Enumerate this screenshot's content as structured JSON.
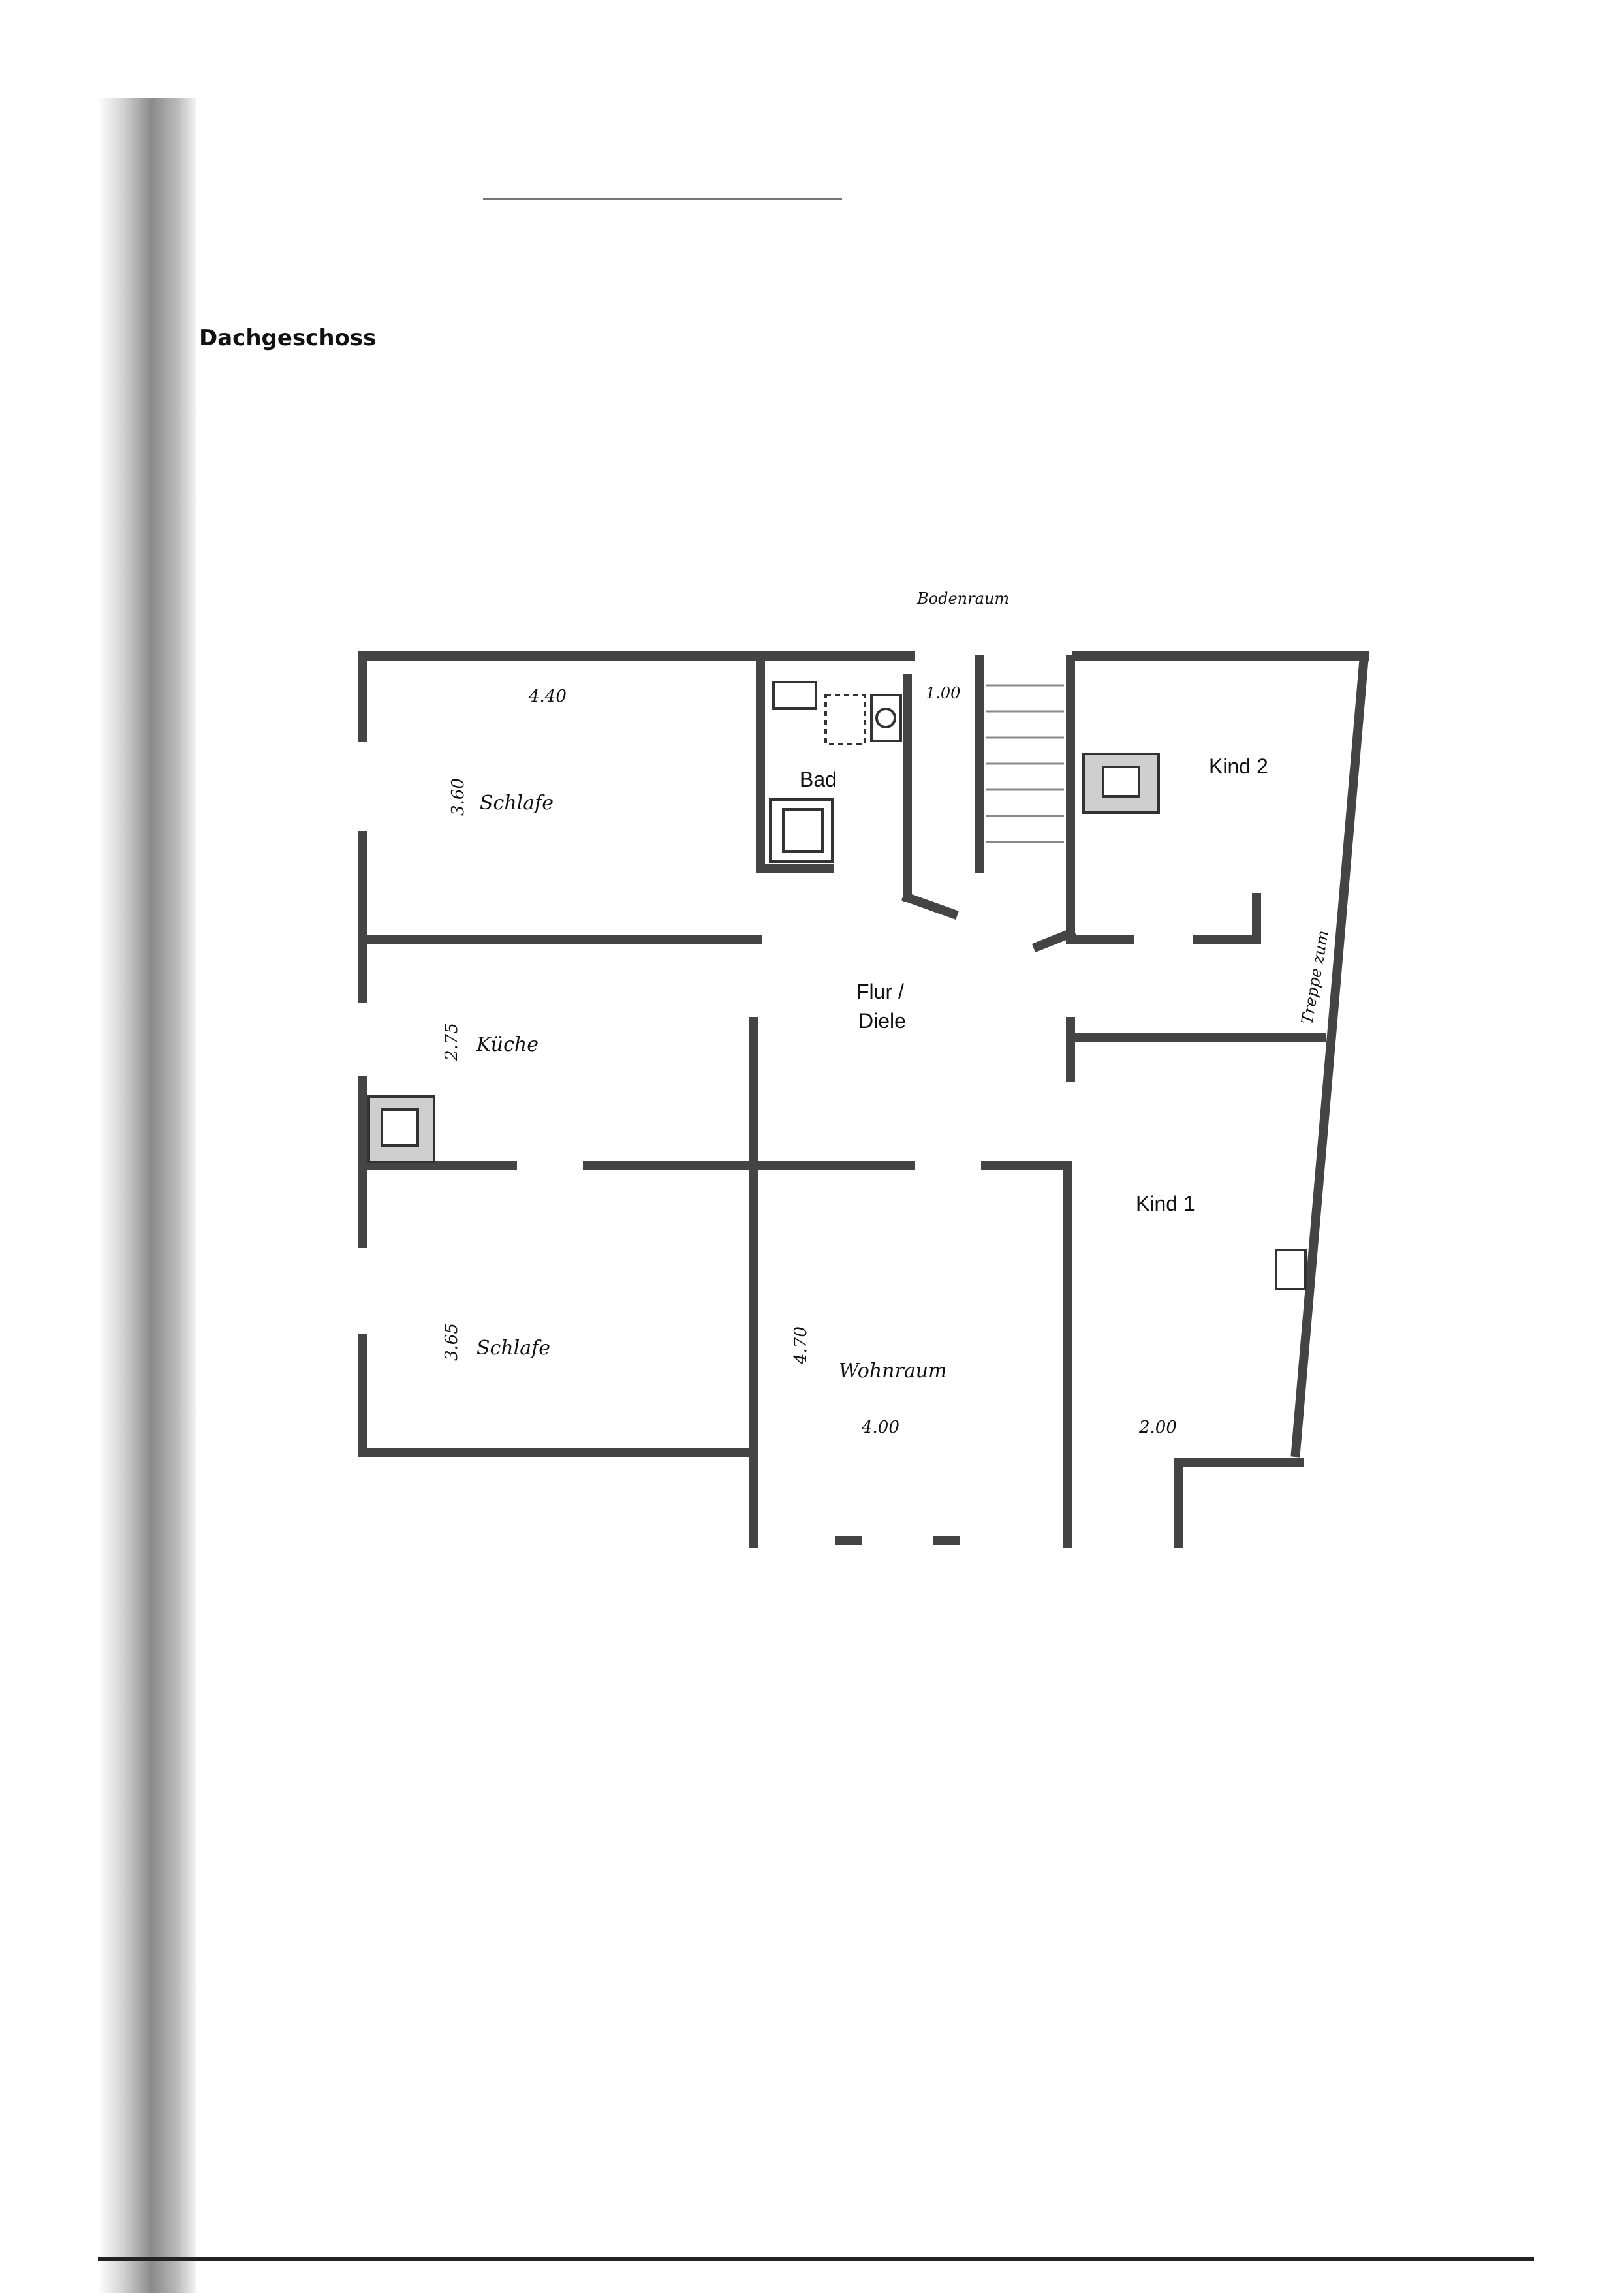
{
  "page": {
    "title": "Dachgeschoss"
  },
  "plan": {
    "rooms": {
      "bad": "Bad",
      "kind2": "Kind 2",
      "flur": "Flur /",
      "diele": "Diele",
      "kind1": "Kind 1",
      "schlafe_top": "Schlafe",
      "kueche": "Küche",
      "schlafe_bottom": "Schlafe",
      "wohnraum": "Wohnraum",
      "bodenraum": "Bodenraum",
      "treppe": "Treppe zum"
    },
    "dimensions": {
      "top_width": "4.40",
      "bad_width": "1.00",
      "schlafe_top_depth": "3.60",
      "kueche_depth": "2.75",
      "schlafe_bottom_depth": "3.65",
      "wohnraum_depth": "4.70",
      "wohnraum_width": "4.00",
      "kind1_width": "2.00"
    }
  }
}
